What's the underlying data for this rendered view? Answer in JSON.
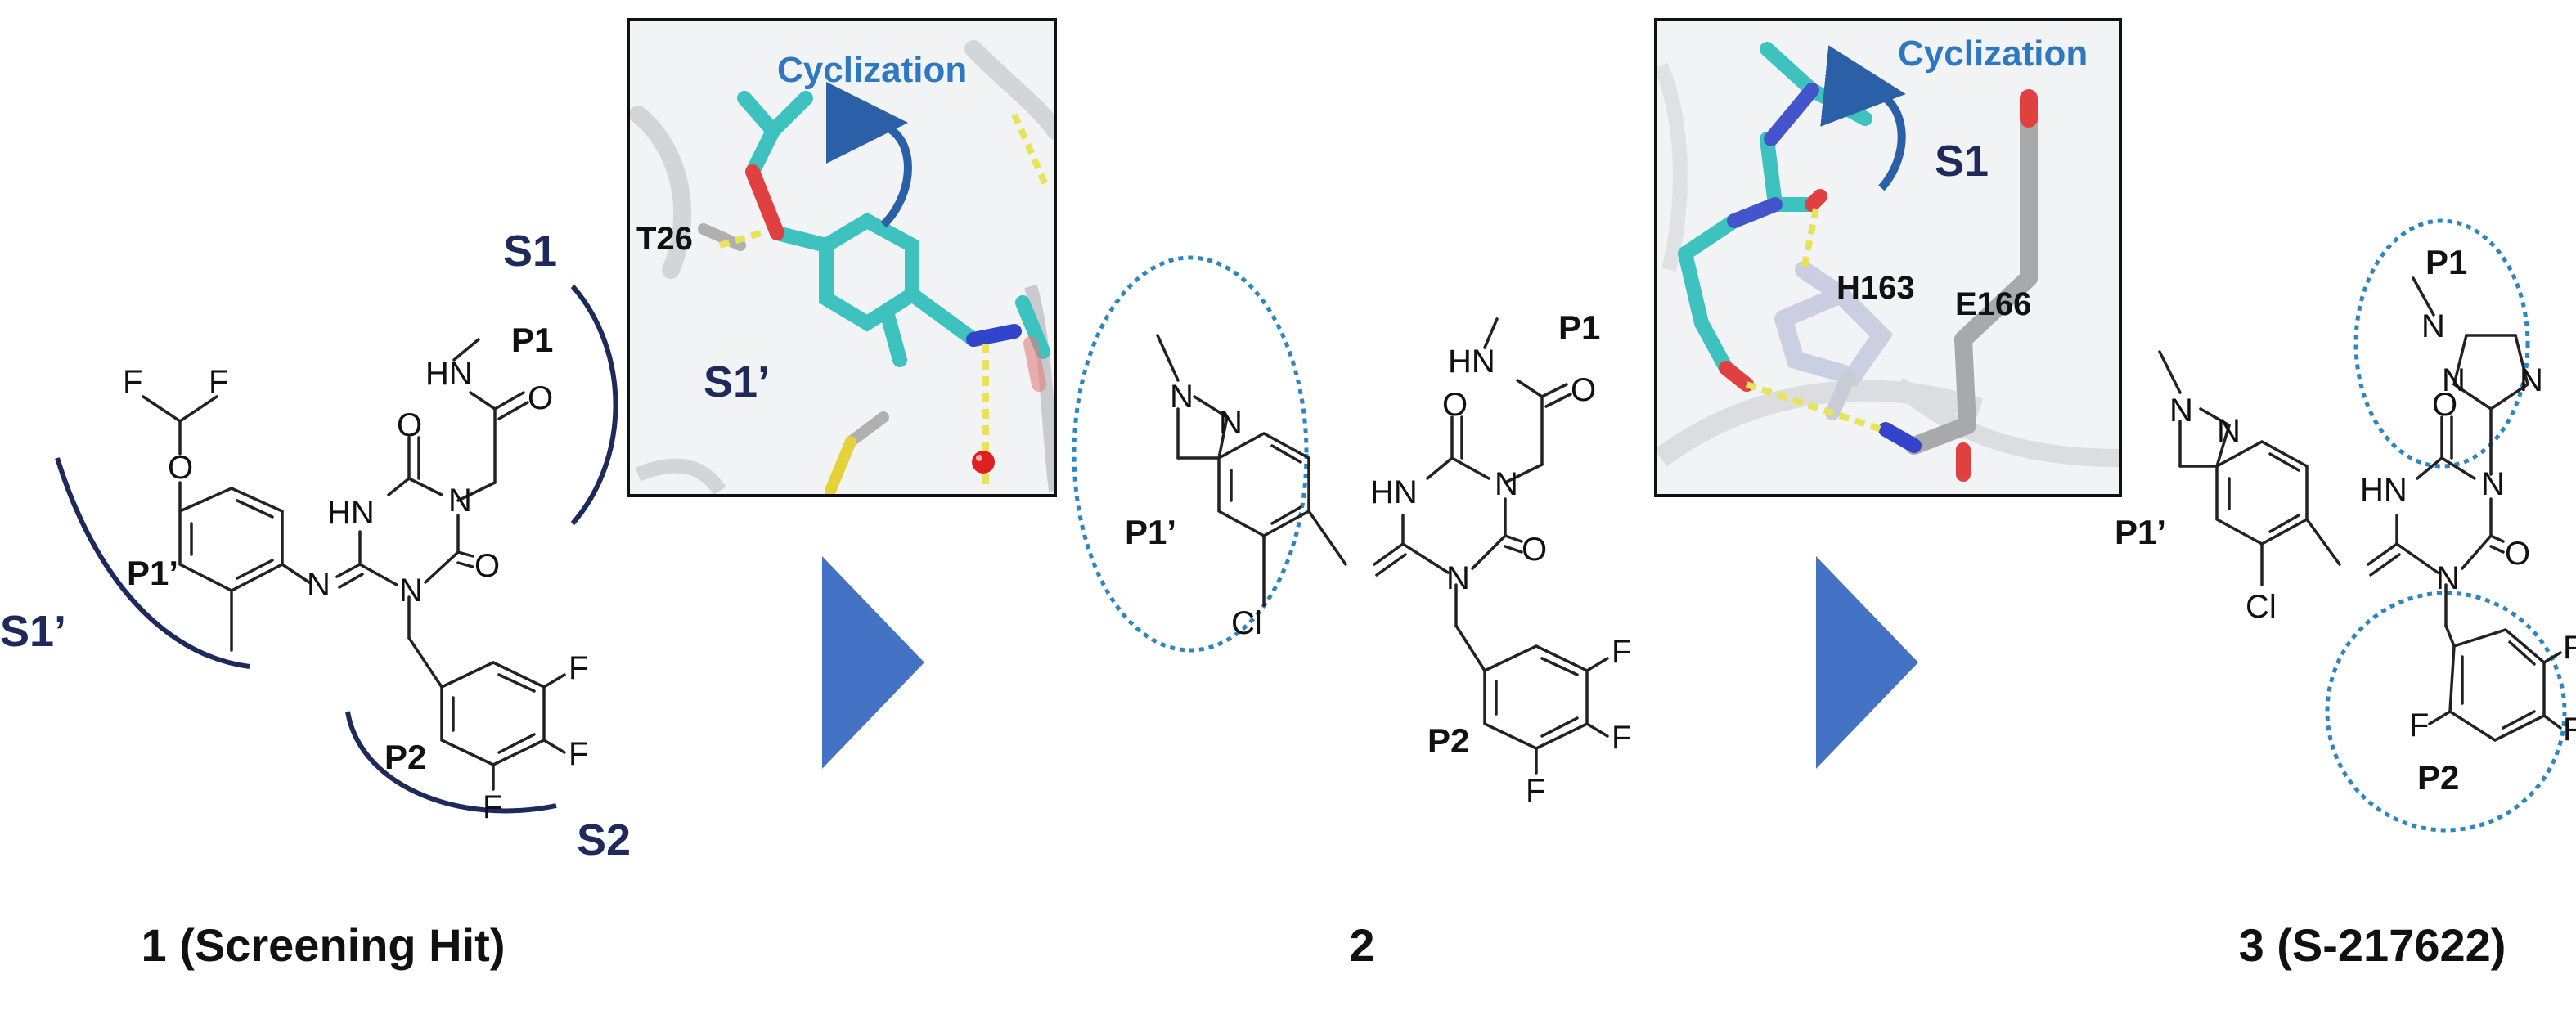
{
  "colors": {
    "site_curve": "#1f2a5c",
    "dotted_circle": "#2e86c1",
    "arrow": "#4472c4",
    "cyclization": "#2e77c3"
  },
  "compound1": {
    "caption": "1 (Screening Hit)",
    "atoms": {
      "f1": "F",
      "f2": "F",
      "o": "O",
      "hn1": "HN",
      "o1": "O",
      "hn2": "HN",
      "o2": "O",
      "n1": "N",
      "n2": "N",
      "o3": "O",
      "nimine": "N",
      "f3": "F",
      "f4": "F",
      "f5": "F"
    },
    "labels": {
      "p1": "P1",
      "p1prime": "P1’",
      "p2": "P2"
    },
    "sites": {
      "s1": "S1",
      "s1prime": "S1’",
      "s2": "S2"
    }
  },
  "inset1": {
    "cyclization": "Cyclization",
    "residue": "T26",
    "site": "S1’",
    "icons": [
      "curved-arrow-icon"
    ]
  },
  "compound2": {
    "caption": "2",
    "atoms": {
      "n1": "N",
      "n2": "N",
      "hn1": "HN",
      "o1": "O",
      "hn2": "HN",
      "o2": "O",
      "n3": "N",
      "n4": "N",
      "o3": "O",
      "cl": "Cl",
      "f1": "F",
      "f2": "F",
      "f3": "F"
    },
    "labels": {
      "p1": "P1",
      "p1prime": "P1’",
      "p2": "P2"
    }
  },
  "inset2": {
    "cyclization": "Cyclization",
    "site": "S1",
    "residues": [
      "H163",
      "E166"
    ]
  },
  "compound3": {
    "caption": "3 (S-217622)",
    "atoms": {
      "n1": "N",
      "n2": "N",
      "tn1": "N",
      "tn2": "N",
      "tn3": "N",
      "o1": "O",
      "hn": "HN",
      "n3": "N",
      "n4": "N",
      "o2": "O",
      "cl": "Cl",
      "f1": "F",
      "f2": "F",
      "f3": "F"
    },
    "labels": {
      "p1": "P1",
      "p1prime": "P1’",
      "p2": "P2"
    }
  }
}
